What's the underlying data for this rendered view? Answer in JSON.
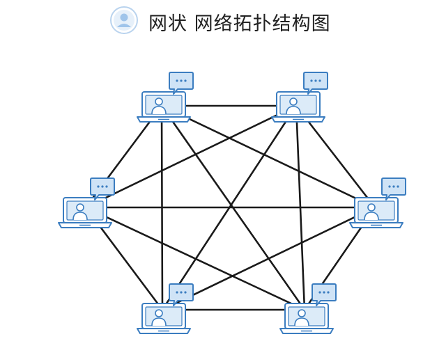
{
  "header": {
    "icon": "user-avatar-icon",
    "title": "网状 网络拓扑结构图"
  },
  "diagram": {
    "type": "mesh-network-topology",
    "nodes": [
      {
        "id": "node-1",
        "icon": "laptop-user-chat-icon"
      },
      {
        "id": "node-2",
        "icon": "laptop-user-chat-icon"
      },
      {
        "id": "node-3",
        "icon": "laptop-user-chat-icon"
      },
      {
        "id": "node-4",
        "icon": "laptop-user-chat-icon"
      },
      {
        "id": "node-5",
        "icon": "laptop-user-chat-icon"
      },
      {
        "id": "node-6",
        "icon": "laptop-user-chat-icon"
      }
    ],
    "edges": [
      [
        "node-1",
        "node-2"
      ],
      [
        "node-2",
        "node-3"
      ],
      [
        "node-3",
        "node-4"
      ],
      [
        "node-4",
        "node-5"
      ],
      [
        "node-5",
        "node-6"
      ],
      [
        "node-6",
        "node-1"
      ],
      [
        "node-1",
        "node-3"
      ],
      [
        "node-1",
        "node-4"
      ],
      [
        "node-1",
        "node-5"
      ],
      [
        "node-2",
        "node-4"
      ],
      [
        "node-2",
        "node-5"
      ],
      [
        "node-2",
        "node-6"
      ],
      [
        "node-3",
        "node-5"
      ],
      [
        "node-3",
        "node-6"
      ],
      [
        "node-4",
        "node-6"
      ]
    ],
    "colors": {
      "edge": "#1a1a1a",
      "icon_stroke": "#3b7dc0",
      "icon_fill": "#dcebf8",
      "bubble_fill": "#cfe3f6"
    }
  }
}
